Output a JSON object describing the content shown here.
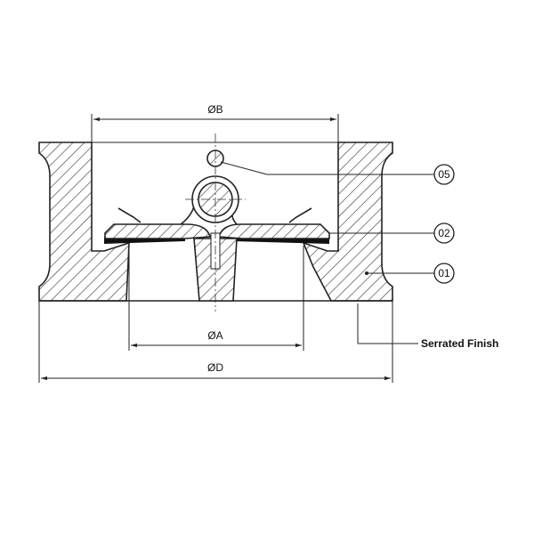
{
  "dimensions": {
    "b_label": "ØB",
    "a_label": "ØA",
    "d_label": "ØD"
  },
  "balloons": {
    "item_05": "05",
    "item_02": "02",
    "item_01": "01"
  },
  "notes": {
    "serrated_finish": "Serrated Finish"
  }
}
